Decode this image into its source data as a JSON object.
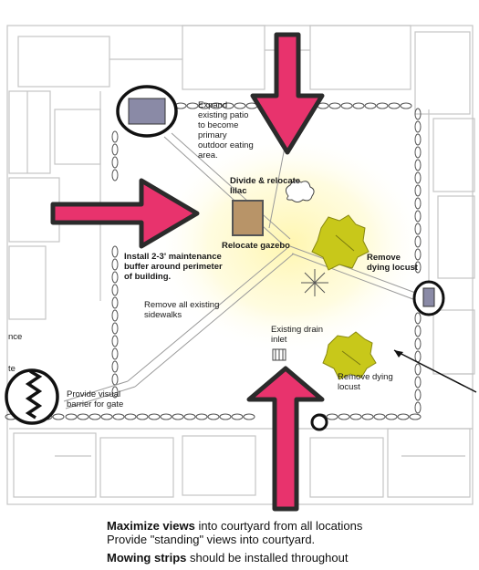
{
  "labels": {
    "expand_patio": "Expand\nexisting patio\nto become\nprimary\noutdoor eating\narea.",
    "divide_lilac": "Divide & relocate\nlilac",
    "relocate_gazebo": "Relocate gazebo",
    "remove_locust_1": "Remove\ndying locust",
    "maintenance_buffer": "Install 2-3' maintenance\nbuffer around perimeter\nof building.",
    "remove_sidewalks": "Remove all existing\nsidewalks",
    "drain_inlet": "Existing drain\ninlet",
    "remove_locust_2": "Remove dying\nlocust",
    "visual_barrier": "Provide visual\nbarrier  for gate",
    "edge_text_1": "nce",
    "edge_text_2": "te"
  },
  "footer": {
    "line1_bold": "Maximize views",
    "line1_rest": " into courtyard from all locations",
    "line2": "Provide \"standing\" views into courtyard.",
    "line3_bold": "Mowing strips",
    "line3_rest": " should be installed throughout"
  },
  "colors": {
    "arrow": "#e8336d",
    "tree": "#c8c81a",
    "gazebo": "#b89468",
    "patio": "#8a8aa6",
    "glow": "#fff9c8",
    "walls": "#b8b8b8"
  }
}
